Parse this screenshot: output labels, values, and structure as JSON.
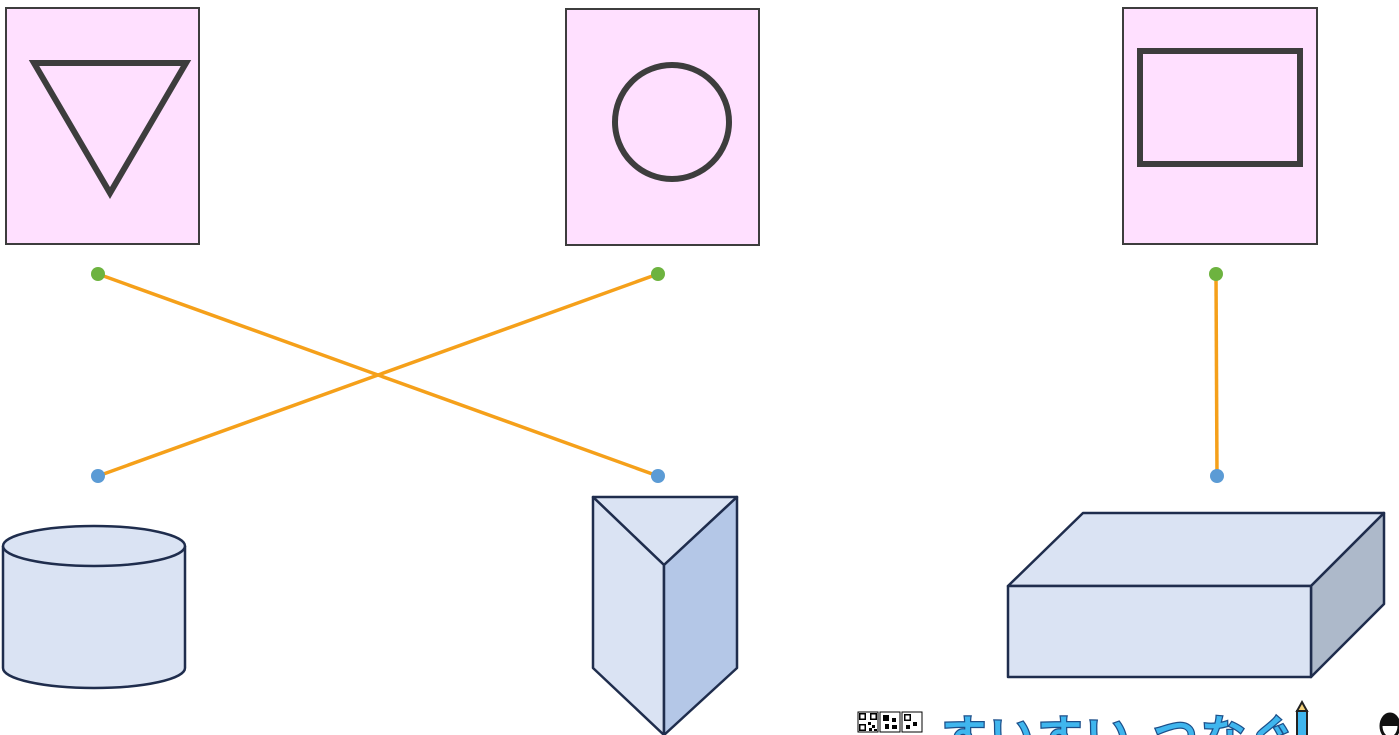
{
  "colors": {
    "card_fill": "#ffe0ff",
    "card_stroke": "#3d3d3d",
    "connector": "#f5a01a",
    "top_dot": "#6db33f",
    "bottom_dot": "#5b9bd5",
    "solid_fill": "#dae3f3",
    "solid_side": "#b4c7e7",
    "solid_dark_side": "#adb9ca",
    "solid_stroke": "#1f2d4d",
    "brand_text": "#3fb6ee"
  },
  "cards": [
    {
      "name": "triangle-card",
      "shape": "triangle-down-icon"
    },
    {
      "name": "circle-card",
      "shape": "circle-icon"
    },
    {
      "name": "rectangle-card",
      "shape": "rectangle-icon"
    }
  ],
  "solids": [
    {
      "name": "cylinder-shape",
      "icon": "cylinder-icon"
    },
    {
      "name": "triangular-prism-shape",
      "icon": "triangular-prism-icon"
    },
    {
      "name": "rectangular-box-shape",
      "icon": "cuboid-icon"
    }
  ],
  "connections": [
    {
      "from": "triangle-card",
      "to": "triangular-prism-shape"
    },
    {
      "from": "circle-card",
      "to": "cylinder-shape"
    },
    {
      "from": "rectangle-card",
      "to": "rectangular-box-shape"
    }
  ],
  "brand": {
    "icon": "qr-code-icon",
    "text": "すいすい つなぐ",
    "trailing_icons": [
      "pencil-icon",
      "eraser-icon"
    ]
  }
}
